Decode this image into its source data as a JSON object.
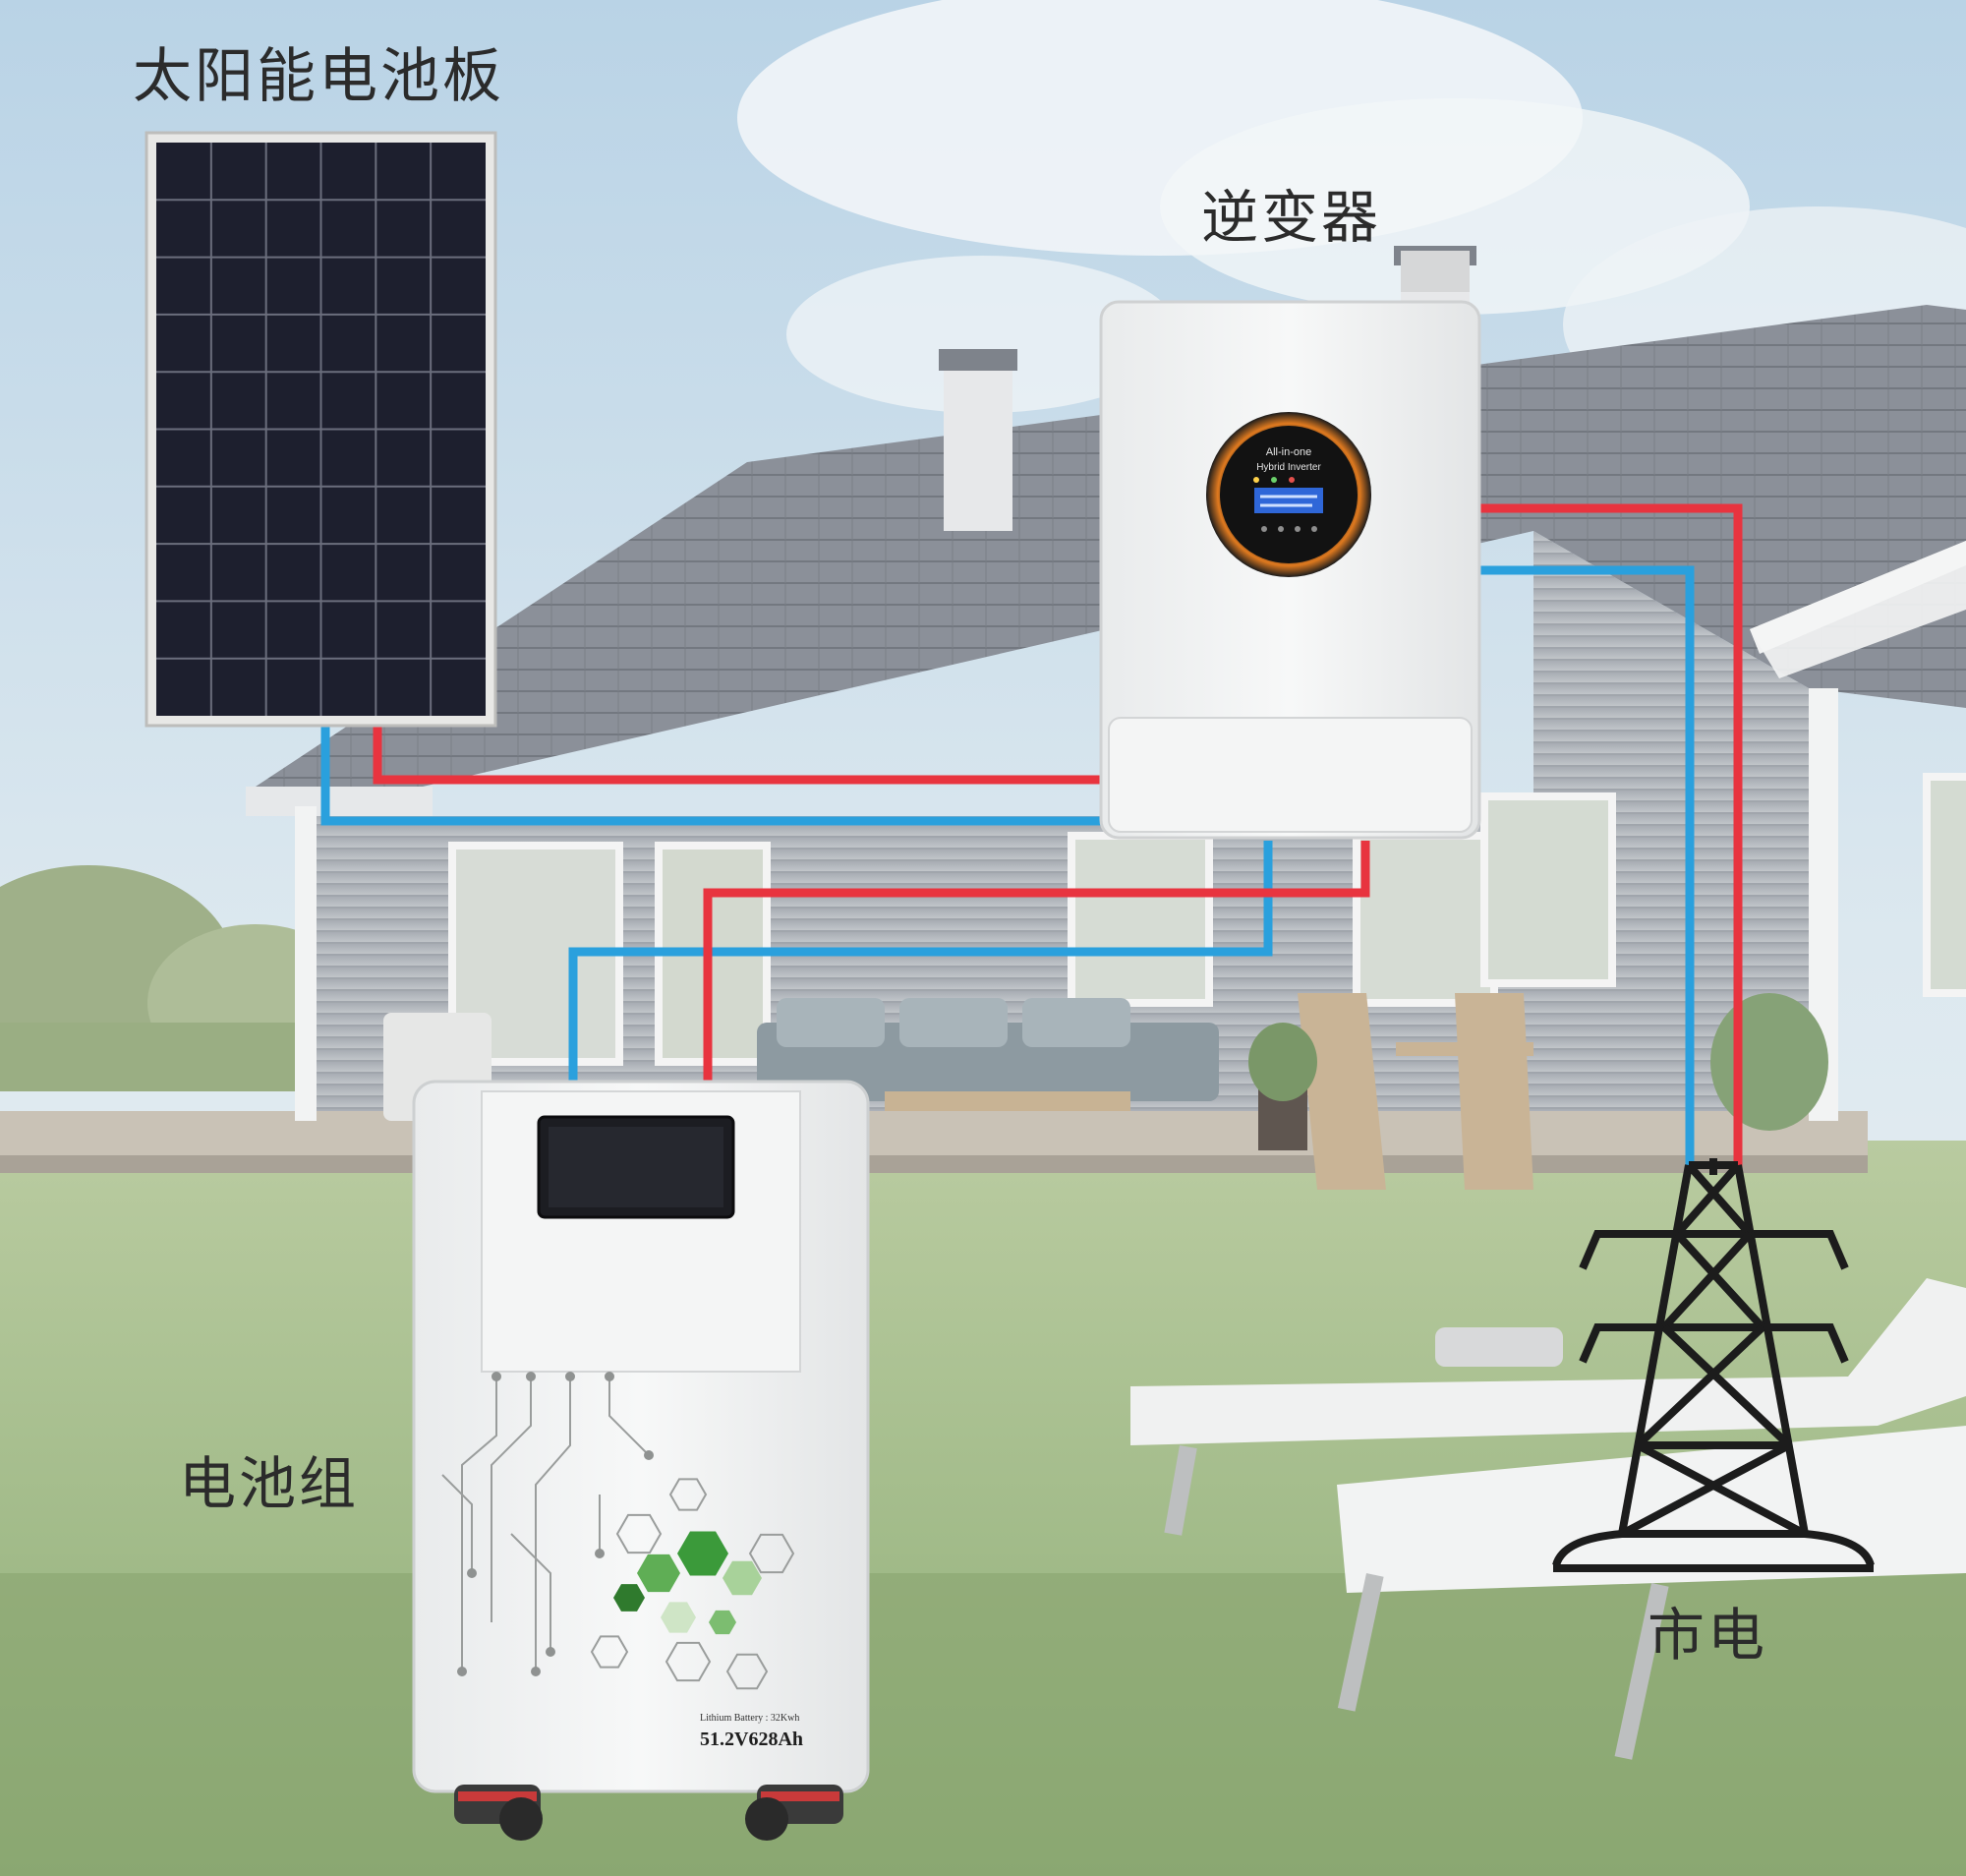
{
  "labels": {
    "solar_panel": "太阳能电池板",
    "inverter": "逆变器",
    "battery_pack": "电池组",
    "grid": "市电"
  },
  "inverter_display": {
    "brand": "All-in-one",
    "model": "Hybrid Inverter"
  },
  "battery_display": {
    "type_line": "Lithium Battery : 32Kwh",
    "spec": "51.2V628Ah"
  },
  "colors": {
    "positive_wire": "#e8343f",
    "negative_wire": "#2aa0dd",
    "device_body": "#f3f4f4",
    "solar_cell": "#1d1f2e",
    "battery_hex_green": "#3b9a3a",
    "tower": "#1c1c1c"
  }
}
